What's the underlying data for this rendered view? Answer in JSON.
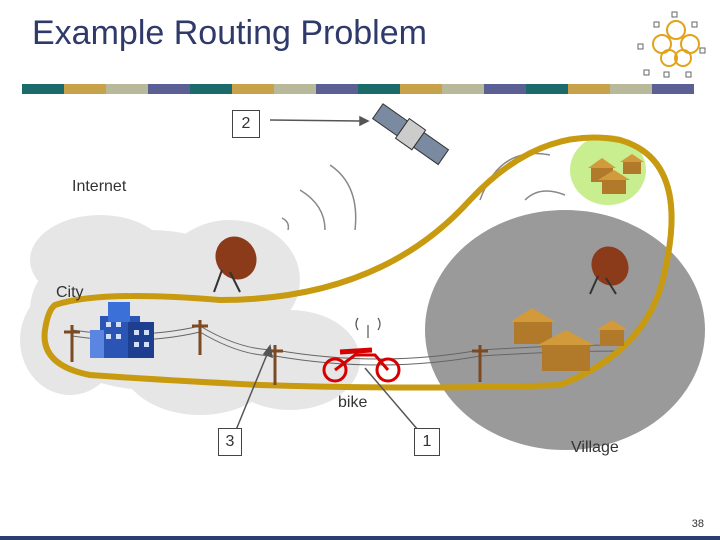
{
  "title": "Example Routing Problem",
  "labels": {
    "internet": "Internet",
    "city": "City",
    "bike": "bike",
    "village": "Village"
  },
  "boxes": {
    "box_2": "2",
    "box_3": "3",
    "box_1": "1"
  },
  "page_number": "38",
  "colors": {
    "title": "#2f3a6b",
    "stripe": [
      "#1b6b6b",
      "#c7a24a",
      "#b7b99a",
      "#5a5f94"
    ],
    "route": "#c89a10",
    "cloud": "#e6e6e6",
    "village_area": "#9a9a9a",
    "bike": "#d60000"
  }
}
